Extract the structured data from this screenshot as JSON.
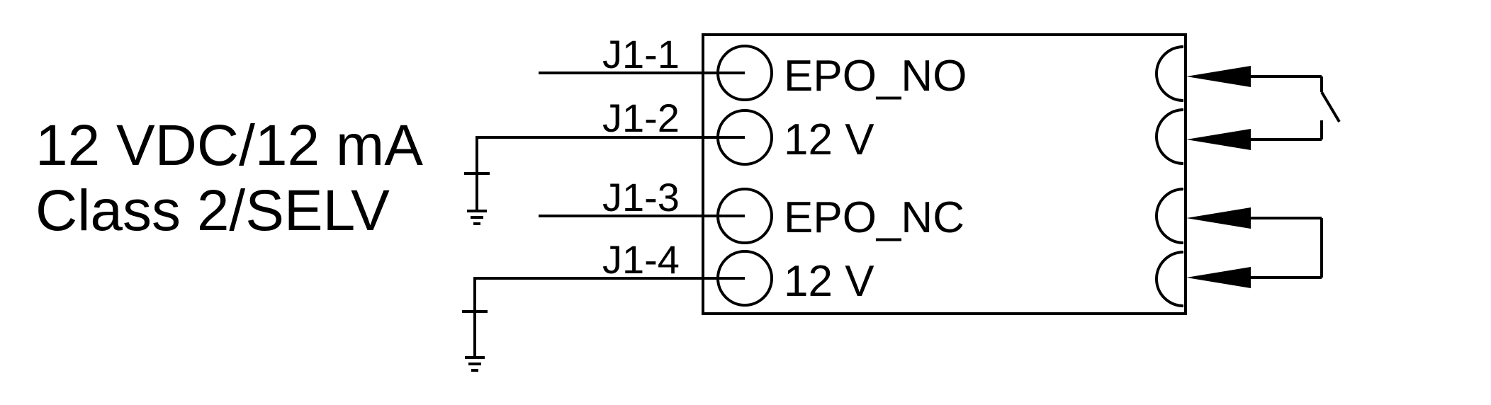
{
  "supply": {
    "line1": "12 VDC/12 mA",
    "line2": "Class 2/SELV"
  },
  "pins": {
    "p1": {
      "ref": "J1-1",
      "signal": "EPO_NO"
    },
    "p2": {
      "ref": "J1-2",
      "signal": "12 V"
    },
    "p3": {
      "ref": "J1-3",
      "signal": "EPO_NC"
    },
    "p4": {
      "ref": "J1-4",
      "signal": "12 V"
    }
  },
  "colors": {
    "line": "#000000",
    "background": "#ffffff"
  }
}
